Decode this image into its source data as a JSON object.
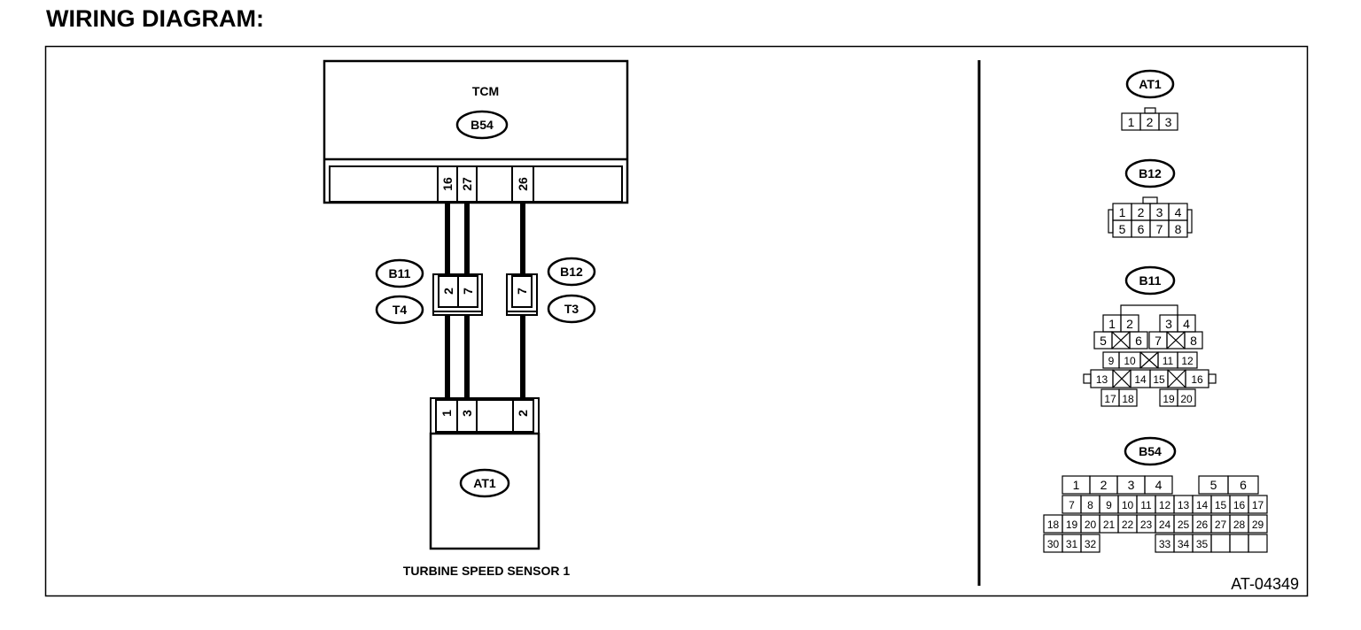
{
  "page": {
    "title": "WIRING DIAGRAM:",
    "figure_id": "AT-04349"
  },
  "wiring": {
    "tcm_label": "TCM",
    "tcm_connector": "B54",
    "tcm_pins": [
      "16",
      "27",
      "26"
    ],
    "joint_left": {
      "connector_top": "B11",
      "connector_bottom": "T4",
      "pins": [
        "2",
        "7"
      ]
    },
    "joint_right": {
      "connector_top": "B12",
      "connector_bottom": "T3",
      "pins": [
        "7"
      ]
    },
    "sensor_connector": "AT1",
    "sensor_pins": [
      "1",
      "3",
      "2"
    ],
    "sensor_name": "TURBINE SPEED SENSOR 1"
  },
  "connectors": [
    {
      "name": "AT1",
      "pins": [
        "1",
        "2",
        "3"
      ]
    },
    {
      "name": "B12",
      "pins": [
        "1",
        "2",
        "3",
        "4",
        "5",
        "6",
        "7",
        "8"
      ]
    },
    {
      "name": "B11",
      "pins": [
        "1",
        "2",
        "3",
        "4",
        "5",
        "6",
        "7",
        "8",
        "9",
        "10",
        "11",
        "12",
        "13",
        "14",
        "15",
        "16",
        "17",
        "18",
        "19",
        "20"
      ]
    },
    {
      "name": "B54",
      "pins": [
        "1",
        "2",
        "3",
        "4",
        "5",
        "6",
        "7",
        "8",
        "9",
        "10",
        "11",
        "12",
        "13",
        "14",
        "15",
        "16",
        "17",
        "18",
        "19",
        "20",
        "21",
        "22",
        "23",
        "24",
        "25",
        "26",
        "27",
        "28",
        "29",
        "30",
        "31",
        "32",
        "33",
        "34",
        "35"
      ]
    }
  ]
}
